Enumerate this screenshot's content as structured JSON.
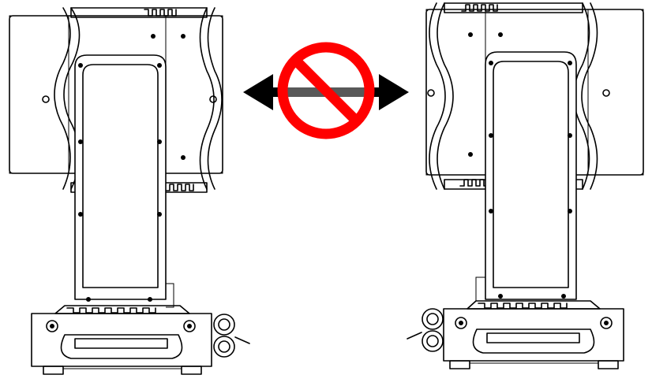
{
  "figure": {
    "left_fixture": {
      "orientation": "head-left",
      "label_text": ""
    },
    "right_fixture": {
      "orientation": "head-right",
      "label_text": ""
    },
    "prohibition_symbol": {
      "meaning": "prohibited",
      "color": "#ff0000"
    },
    "arrow_direction": "left-right",
    "arrow_color": "#000000"
  }
}
